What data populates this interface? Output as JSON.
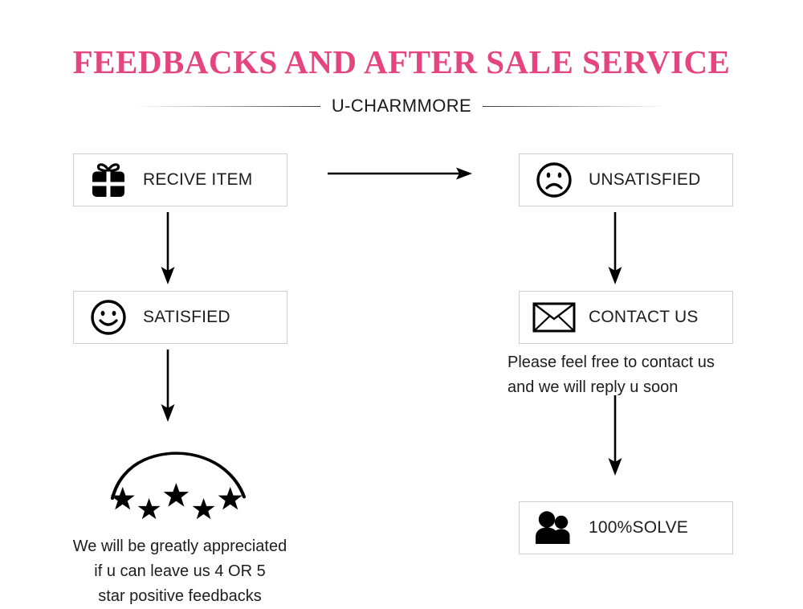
{
  "header": {
    "title": "FEEDBACKS AND AFTER SALE SERVICE",
    "subtitle": "U-CHARMMORE",
    "title_color": "#e5457e",
    "subtitle_color": "#1a1a1a"
  },
  "flow": {
    "boxes": [
      {
        "id": "recive",
        "label": "RECIVE ITEM",
        "icon": "gift-icon"
      },
      {
        "id": "satisfied",
        "label": "SATISFIED",
        "icon": "smiley-happy-icon"
      },
      {
        "id": "unsatisfied",
        "label": "UNSATISFIED",
        "icon": "smiley-sad-icon"
      },
      {
        "id": "contact",
        "label": "CONTACT US",
        "icon": "envelope-icon"
      },
      {
        "id": "solve",
        "label": "100%SOLVE",
        "icon": "people-icon"
      }
    ],
    "arrows": [
      {
        "id": "recive-to-unsatisfied",
        "direction": "right"
      },
      {
        "id": "recive-to-satisfied",
        "direction": "down"
      },
      {
        "id": "satisfied-to-stars",
        "direction": "down"
      },
      {
        "id": "unsatisfied-to-contact",
        "direction": "down"
      },
      {
        "id": "contact-to-solve",
        "direction": "down"
      }
    ]
  },
  "stars": {
    "icon": "five-stars-arc-icon",
    "count": 5,
    "caption_line1": "We will be greatly appreciated",
    "caption_line2": "if u can leave us 4 OR 5",
    "caption_line3": "star positive feedbacks"
  },
  "contact_note": {
    "line1": "Please feel free to contact us",
    "line2": "and we will reply u soon"
  },
  "colors": {
    "accent_pink": "#e5457e",
    "box_border": "#cfcfcf",
    "ink": "#1d1d1d",
    "background": "#ffffff"
  }
}
